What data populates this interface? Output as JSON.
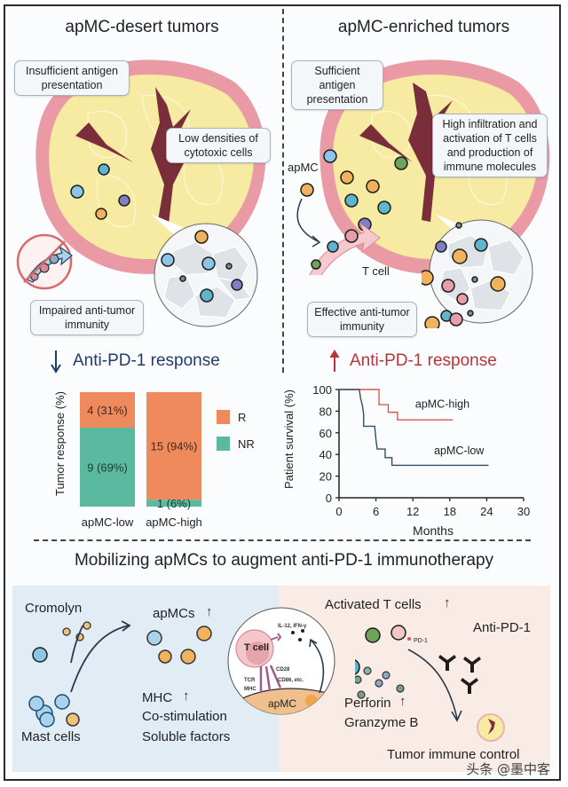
{
  "top_left": {
    "title": "apMC-desert tumors",
    "callouts": {
      "antigen": "Insufficient antigen presentation",
      "cytotoxic": "Low densities of cytotoxic cells",
      "immunity": "Impaired anti-tumor immunity"
    },
    "response_label": "Anti-PD-1 response",
    "response_direction": "down",
    "response_color": "#1f3d6b"
  },
  "top_right": {
    "title": "apMC-enriched tumors",
    "callouts": {
      "antigen": "Sufficient antigen presentation",
      "infiltration": "High infiltration and activation of T cells and production of immune molecules",
      "immunity": "Effective anti-tumor immunity"
    },
    "labels": {
      "apmc": "apMC",
      "tcell": "T cell"
    },
    "response_label": "Anti-PD-1 response",
    "response_direction": "up",
    "response_color": "#b8343b"
  },
  "bottom": {
    "title": "Mobilizing apMCs to augment anti-PD-1 immunotherapy",
    "labels": {
      "cromolyn": "Cromolyn",
      "mast_cells": "Mast cells",
      "apmcs": "apMCs",
      "mhc": "MHC",
      "costim": "Co-stimulation",
      "soluble": "Soluble factors",
      "activated": "Activated T cells",
      "anti_pd1": "Anti-PD-1",
      "perforin": "Perforin",
      "granzyme": "Granzyme B",
      "control": "Tumor immune control",
      "tcell": "T cell",
      "apmc": "apMC",
      "cytokines": "IL-12, IFN-γ",
      "cd28": "CD28",
      "cd86": "CD86, etc.",
      "tcr": "TCR",
      "mhc_small": "MHC",
      "pd1": "PD-1"
    },
    "up_arrow": "↑"
  },
  "watermark": "头条 @墨中客",
  "colors": {
    "responder": "#ef8a5c",
    "nonresponder": "#5bb9a0",
    "km_high": "#d9584f",
    "km_low": "#2f4f6b",
    "tumor_yellow": "#f7eaa2",
    "tumor_rim": "#e99aa5",
    "panel_blue": "#e2ecf5",
    "panel_pink": "#f9ebe6"
  },
  "chart_data": [
    {
      "type": "bar",
      "stacked": true,
      "title": "",
      "xlabel": "",
      "ylabel": "Tumor response (%)",
      "categories": [
        "apMC-low",
        "apMC-high"
      ],
      "series": [
        {
          "name": "NR",
          "values": [
            69,
            6
          ],
          "counts": [
            9,
            1
          ],
          "labels": [
            "9 (69%)",
            "1 (6%)"
          ]
        },
        {
          "name": "R",
          "values": [
            31,
            94
          ],
          "counts": [
            4,
            15
          ],
          "labels": [
            "4 (31%)",
            "15 (94%)"
          ]
        }
      ],
      "ylim": [
        0,
        100
      ],
      "legend": {
        "position": "right",
        "entries": [
          "R",
          "NR"
        ]
      }
    },
    {
      "type": "line",
      "subtype": "kaplan-meier",
      "xlabel": "Months",
      "ylabel": "Patient survival (%)",
      "xlim": [
        0,
        30
      ],
      "ylim": [
        0,
        100
      ],
      "xticks": [
        0,
        6,
        12,
        18,
        24,
        30
      ],
      "yticks": [
        0,
        20,
        40,
        60,
        80,
        100
      ],
      "series": [
        {
          "name": "apMC-high",
          "x": [
            0,
            6.5,
            6.5,
            8,
            8,
            9.5,
            9.5,
            18.5
          ],
          "y": [
            100,
            100,
            86,
            86,
            79,
            79,
            72,
            72
          ]
        },
        {
          "name": "apMC-low",
          "x": [
            0,
            3.3,
            3.5,
            3.8,
            4,
            4,
            5.8,
            6,
            6.2,
            6.2,
            7.5,
            7.5,
            8.6,
            8.6,
            24.3
          ],
          "y": [
            100,
            100,
            92,
            85,
            77,
            66,
            66,
            54,
            45,
            45,
            45,
            37,
            37,
            30,
            30
          ]
        }
      ],
      "annotations": [
        "apMC-high",
        "apMC-low"
      ]
    }
  ]
}
